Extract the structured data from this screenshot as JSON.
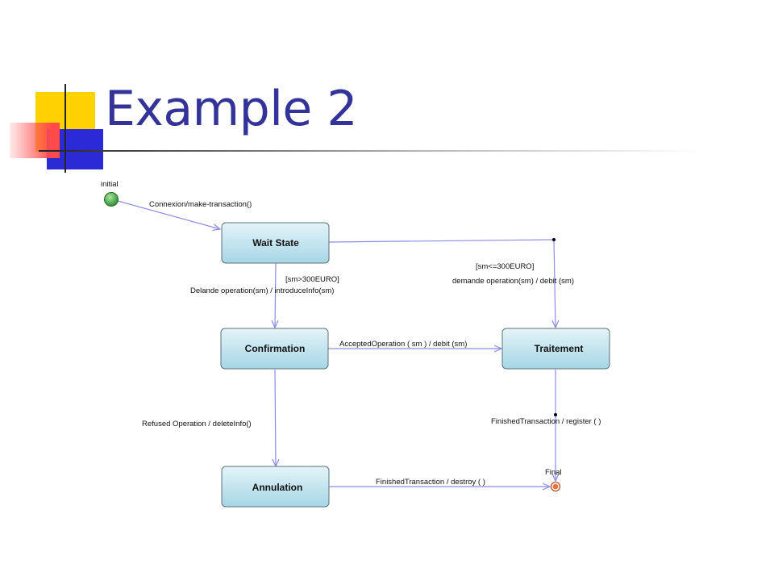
{
  "slide": {
    "title": "Example 2"
  },
  "states": {
    "wait": "Wait State",
    "confirmation": "Confirmation",
    "traitement": "Traitement",
    "annulation": "Annulation"
  },
  "pseudo": {
    "initial": "initial",
    "final": "Final"
  },
  "transitions": {
    "connexion": "Connexion/make-transaction()",
    "gt_guard": "[sm>300EURO]",
    "gt_action": "Delande operation(sm) / introduceInfo(sm)",
    "le_guard": "[sm<=300EURO]",
    "le_action": "demande operation(sm) / debit (sm)",
    "accepted": "AcceptedOperation ( sm ) / debit (sm)",
    "refused": "Refused Operation / deleteInfo()",
    "finished_register": "FinishedTransaction / register ( )",
    "finished_destroy": "FinishedTransaction / destroy ( )"
  },
  "colors": {
    "title": "#333399",
    "state_fill_top": "#e4f4f9",
    "state_fill_bottom": "#a6d6e6",
    "edge": "#8c8ce8",
    "initial": "#3ea03e",
    "final": "#e8743a"
  }
}
